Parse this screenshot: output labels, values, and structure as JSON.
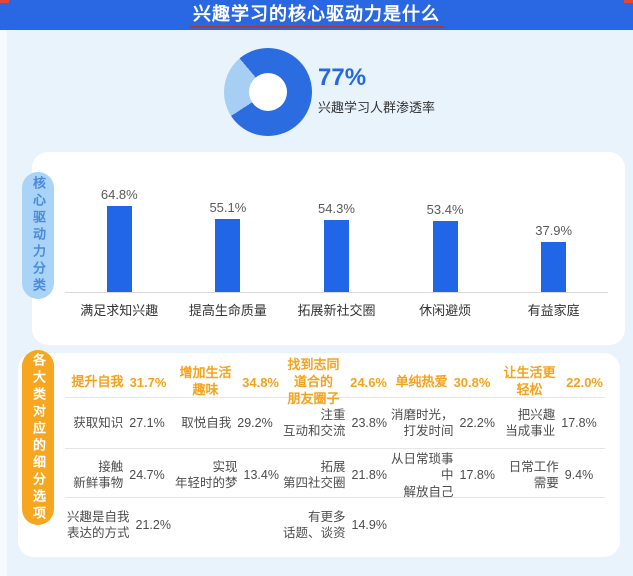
{
  "header": {
    "title": "兴趣学习的核心驱动力是什么",
    "bg_color": "#2A67E2",
    "underline_color": "#B23A2E",
    "corner_accent_color": "#E2473B"
  },
  "kpi": {
    "value": "77%",
    "label": "兴趣学习人群渗透率",
    "value_color": "#2668DF"
  },
  "sections": {
    "bar_pill_label": "核心驱动力分类",
    "table_pill_label": "各大类对应的细分选项",
    "bar_pill_color": "#A9D4F7",
    "table_pill_color": "#F7A71F"
  },
  "chart_data": [
    {
      "type": "pie",
      "title": "兴趣学习人群渗透率",
      "labels": [
        "兴趣学习人群渗透率",
        "其他"
      ],
      "values": [
        77,
        23
      ],
      "colors": [
        "#2B6CE0",
        "#A6CFF3"
      ],
      "center_label": "77%",
      "donut_start_deg": 237,
      "legend_position": "none"
    },
    {
      "type": "bar",
      "title": "核心驱动力分类",
      "categories": [
        "满足求知兴趣",
        "提高生命质量",
        "拓展新社交圈",
        "休闲避烦",
        "有益家庭"
      ],
      "values": [
        64.8,
        55.1,
        54.3,
        53.4,
        37.9
      ],
      "value_labels": [
        "64.8%",
        "55.1%",
        "54.3%",
        "53.4%",
        "37.9%"
      ],
      "unit": "%",
      "ylim": [
        0,
        70
      ],
      "bar_color": "#2066E6",
      "grid": false,
      "legend_position": "none"
    },
    {
      "type": "table",
      "title": "各大类对应的细分选项",
      "header_row": [
        {
          "label": "提升自我",
          "value": "31.7%"
        },
        {
          "label": "增加生活趣味",
          "value": "34.8%"
        },
        {
          "label": "找到志同道合的\n朋友圈子",
          "value": "24.6%"
        },
        {
          "label": "单纯热爱",
          "value": "30.8%"
        },
        {
          "label": "让生活更轻松",
          "value": "22.0%"
        }
      ],
      "rows": [
        [
          {
            "label": "获取知识",
            "value": "27.1%"
          },
          {
            "label": "取悦自我",
            "value": "29.2%"
          },
          {
            "label": "注重\n互动和交流",
            "value": "23.8%"
          },
          {
            "label": "消磨时光，\n打发时间",
            "value": "22.2%"
          },
          {
            "label": "把兴趣\n当成事业",
            "value": "17.8%"
          }
        ],
        [
          {
            "label": "接触\n新鲜事物",
            "value": "24.7%"
          },
          {
            "label": "实现\n年轻时的梦",
            "value": "13.4%"
          },
          {
            "label": "拓展\n第四社交圈",
            "value": "21.8%"
          },
          {
            "label": "从日常琐事中\n解放自己",
            "value": "17.8%"
          },
          {
            "label": "日常工作\n需要",
            "value": "9.4%"
          }
        ],
        [
          {
            "label": "兴趣是自我\n表达的方式",
            "value": "21.2%"
          },
          null,
          {
            "label": "有更多\n话题、谈资",
            "value": "14.9%"
          },
          null,
          null
        ]
      ]
    }
  ]
}
